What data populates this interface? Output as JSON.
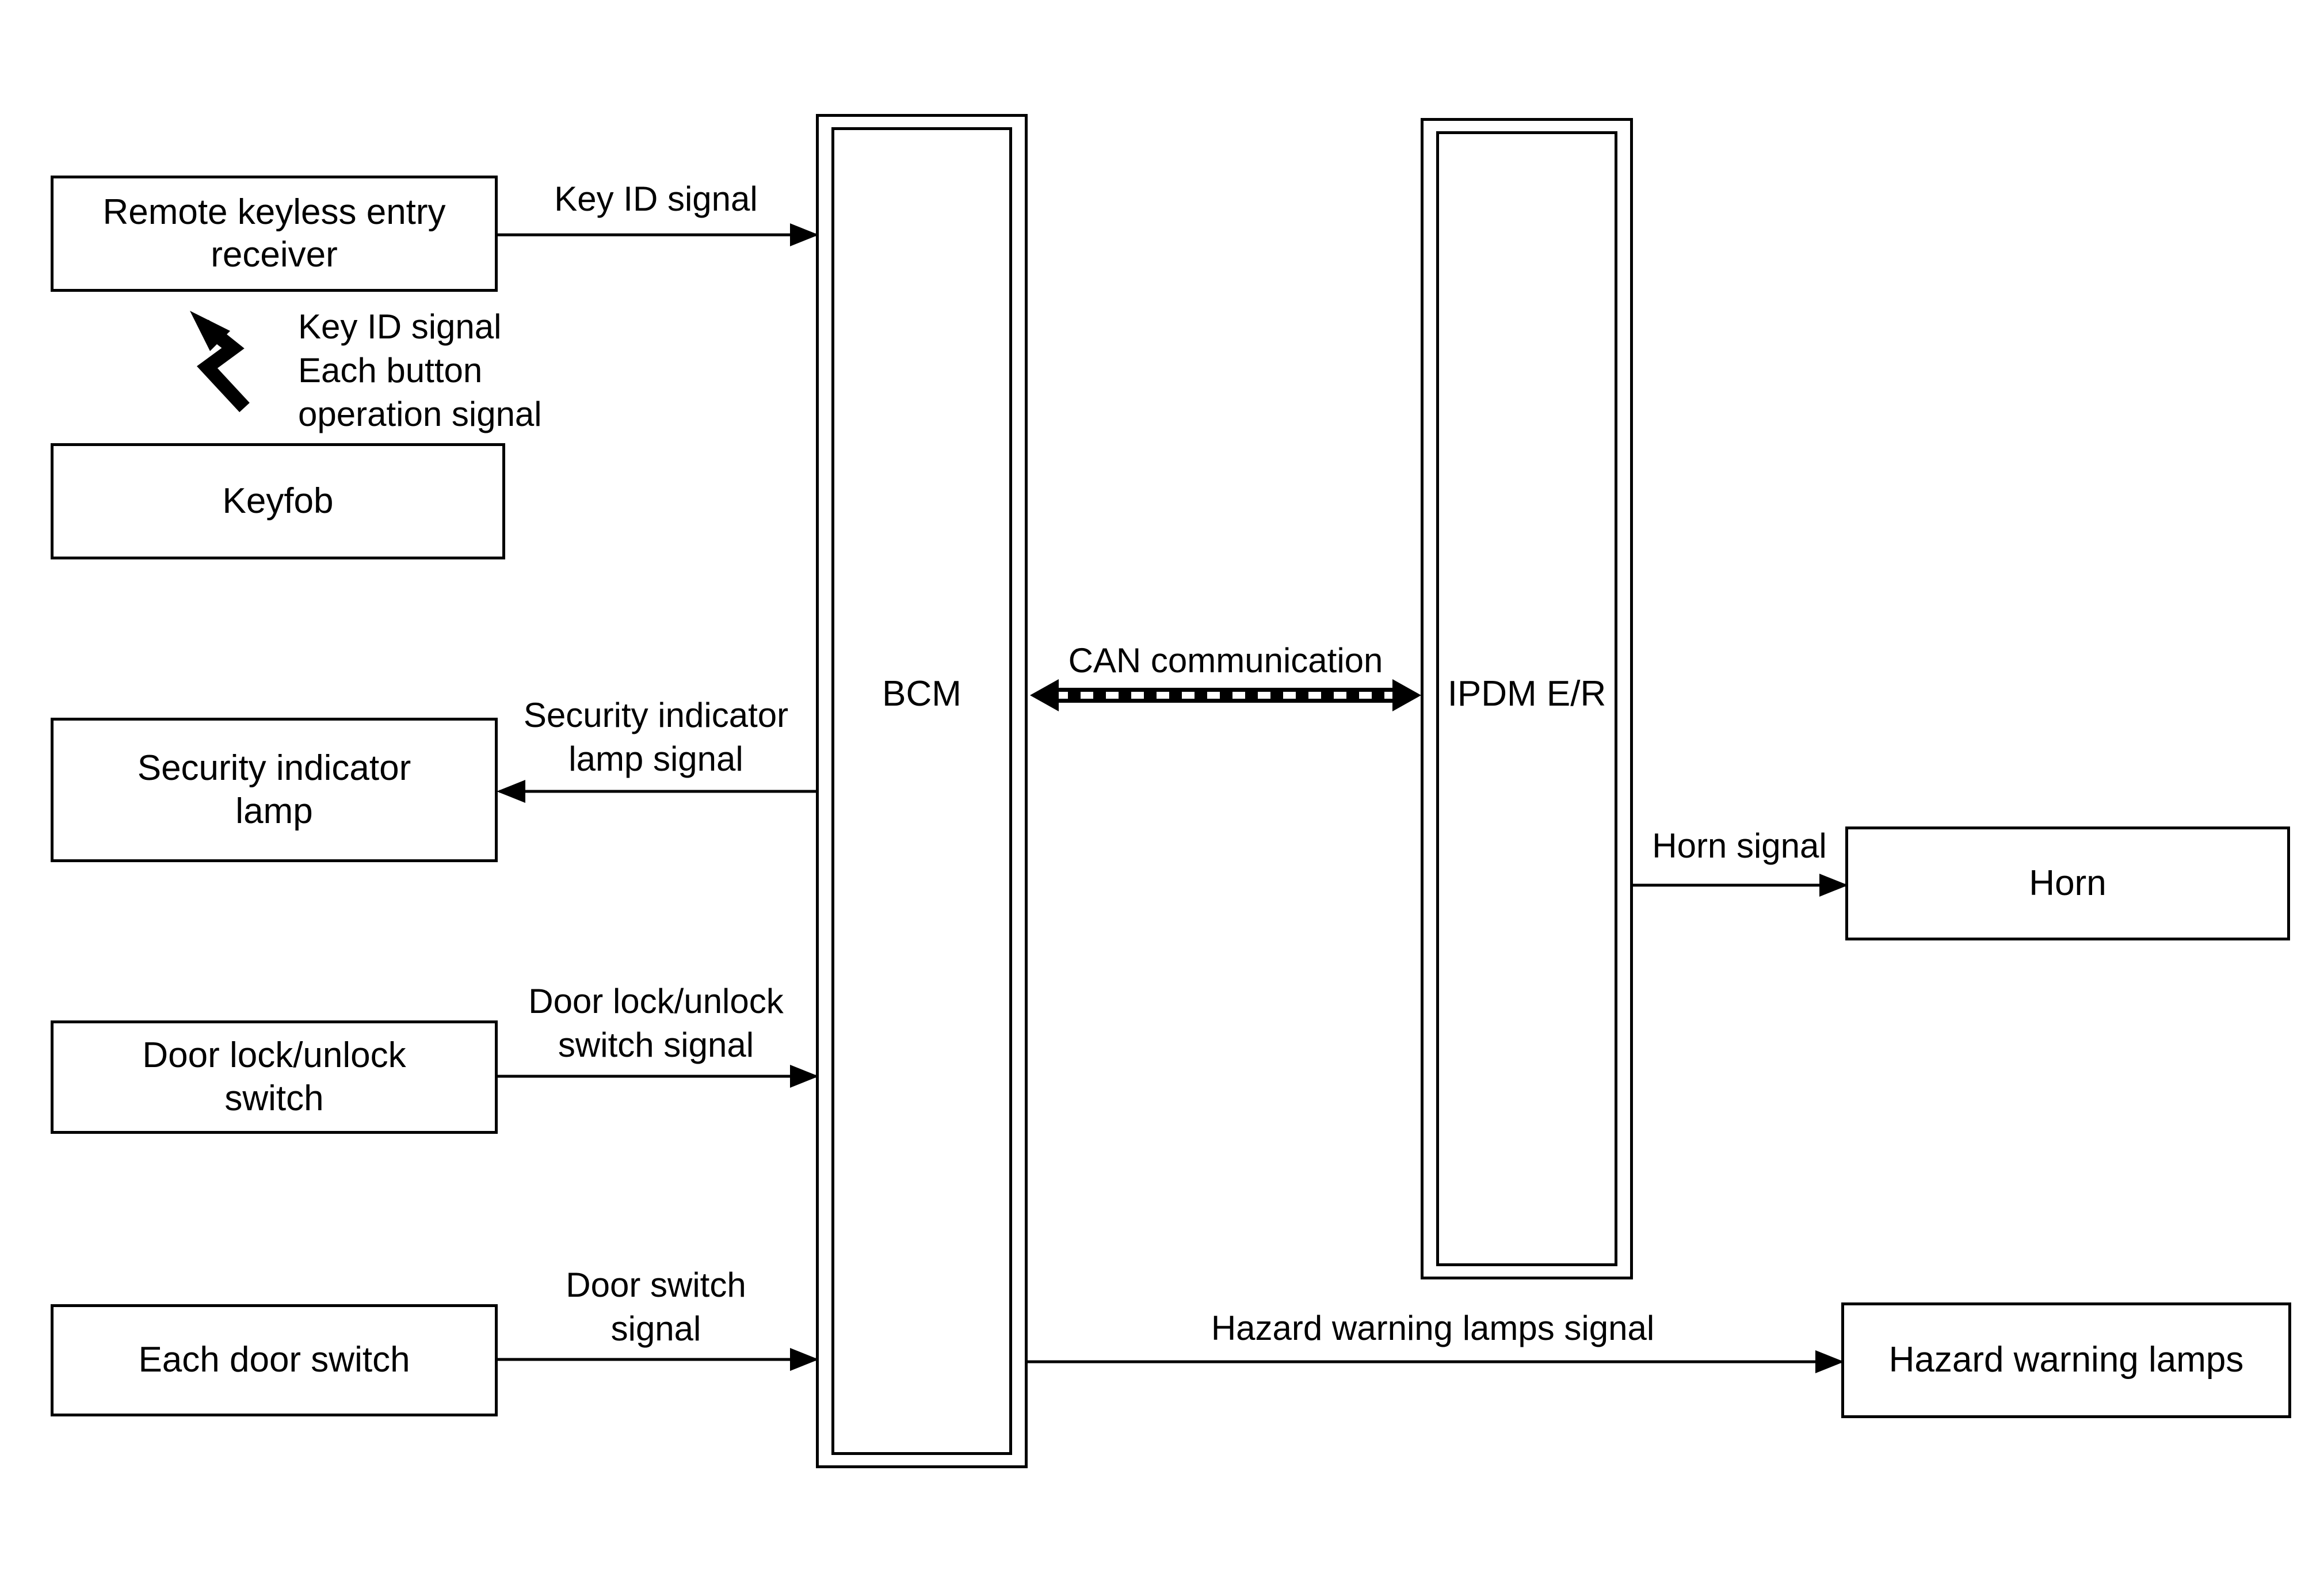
{
  "components": {
    "remote_receiver": "Remote keyless entry receiver",
    "keyfob": "Keyfob",
    "security_lamp": "Security indicator lamp",
    "door_lock_switch": "Door lock/unlock switch",
    "door_switch": "Each door switch",
    "bcm": "BCM",
    "ipdm": "IPDM E/R",
    "horn": "Horn",
    "hazard_lamps": "Hazard warning lamps"
  },
  "signals": {
    "key_id": "Key ID signal",
    "wireless_line1": "Key ID signal",
    "wireless_line2": "Each button",
    "wireless_line3": "operation signal",
    "can": "CAN communication",
    "security_lamp_line1": "Security indicator",
    "security_lamp_line2": "lamp signal",
    "door_lock_line1": "Door lock/unlock",
    "door_lock_line2": "switch signal",
    "door_switch_line1": "Door switch",
    "door_switch_line2": "signal",
    "horn": "Horn signal",
    "hazard": "Hazard warning lamps signal"
  }
}
